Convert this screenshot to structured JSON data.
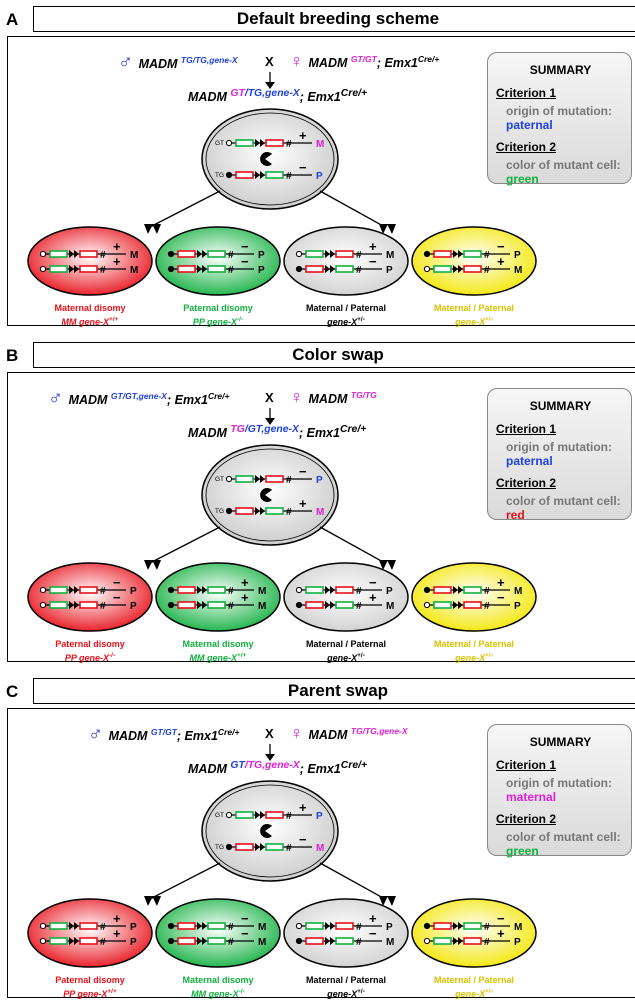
{
  "panels": [
    {
      "letter": "A",
      "title": "Default breeding scheme",
      "male": {
        "base": "MADM",
        "sup": "TG/TG,gene-X",
        "tail": "",
        "tail_sup": ""
      },
      "female": {
        "base": "MADM",
        "sup": "GT/GT",
        "tail": "; Emx1",
        "tail_sup": "Cre/+"
      },
      "cross_sign": "X",
      "offspring": {
        "base": "MADM",
        "sup_mag": "GT",
        "sup_blue": "/TG,gene-X",
        "tail": "; Emx1",
        "tail_sup": "Cre/+"
      },
      "parent_cell": {
        "top_label": "GT",
        "bottom_label": "TG",
        "top_sign": "+",
        "bottom_sign": "−",
        "top_letter": "M",
        "bottom_letter": "P"
      },
      "cells": [
        {
          "top_sign": "+",
          "top_letter": "M",
          "bottom_sign": "+",
          "bottom_letter": "M"
        },
        {
          "top_sign": "−",
          "top_letter": "P",
          "bottom_sign": "−",
          "bottom_letter": "P"
        },
        {
          "top_sign": "+",
          "top_letter": "M",
          "bottom_sign": "−",
          "bottom_letter": "P"
        },
        {
          "top_sign": "−",
          "top_letter": "P",
          "bottom_sign": "+",
          "bottom_letter": "M"
        }
      ],
      "labels": [
        {
          "l1": "Maternal disomy",
          "l2": "MM gene-X",
          "l2_sup": "+/+"
        },
        {
          "l1": "Paternal disomy",
          "l2": "PP gene-X",
          "l2_sup": "-/-"
        },
        {
          "l1": "Maternal / Paternal",
          "l2": "gene-X",
          "l2_sup": "+/-"
        },
        {
          "l1": "Maternal / Paternal",
          "l2": "gene-X",
          "l2_sup": "+/-"
        }
      ],
      "summary": {
        "head": "SUMMARY",
        "c1": "Criterion 1",
        "c1_desc": "origin of mutation:",
        "c1_val": "paternal",
        "c1_color": "#1f3fe0",
        "c2": "Criterion 2",
        "c2_desc": "color of mutant cell:",
        "c2_val": "green",
        "c2_color": "#12b040"
      }
    },
    {
      "letter": "B",
      "title": "Color swap",
      "male": {
        "base": "MADM",
        "sup": "GT/GT,gene-X",
        "tail": "; Emx1",
        "tail_sup": "Cre/+"
      },
      "female": {
        "base": "MADM",
        "sup": "TG/TG",
        "tail": "",
        "tail_sup": ""
      },
      "cross_sign": "X",
      "offspring": {
        "base": "MADM",
        "sup_mag": "TG",
        "sup_blue": "/GT,gene-X",
        "tail": "; Emx1",
        "tail_sup": "Cre/+"
      },
      "parent_cell": {
        "top_label": "GT",
        "bottom_label": "TG",
        "top_sign": "−",
        "bottom_sign": "+",
        "top_letter": "P",
        "bottom_letter": "M"
      },
      "cells": [
        {
          "top_sign": "−",
          "top_letter": "P",
          "bottom_sign": "−",
          "bottom_letter": "P"
        },
        {
          "top_sign": "+",
          "top_letter": "M",
          "bottom_sign": "+",
          "bottom_letter": "M"
        },
        {
          "top_sign": "−",
          "top_letter": "P",
          "bottom_sign": "+",
          "bottom_letter": "M"
        },
        {
          "top_sign": "+",
          "top_letter": "M",
          "bottom_sign": "−",
          "bottom_letter": "P"
        }
      ],
      "labels": [
        {
          "l1": "Paternal disomy",
          "l2": "PP gene-X",
          "l2_sup": "-/-"
        },
        {
          "l1": "Maternal disomy",
          "l2": "MM gene-X",
          "l2_sup": "+/+"
        },
        {
          "l1": "Maternal / Paternal",
          "l2": "gene-X",
          "l2_sup": "+/-"
        },
        {
          "l1": "Maternal / Paternal",
          "l2": "gene-X",
          "l2_sup": "+/-"
        }
      ],
      "summary": {
        "head": "SUMMARY",
        "c1": "Criterion 1",
        "c1_desc": "origin of mutation:",
        "c1_val": "paternal",
        "c1_color": "#1f3fe0",
        "c2": "Criterion 2",
        "c2_desc": "color of mutant cell:",
        "c2_val": "red",
        "c2_color": "#e8101a"
      }
    },
    {
      "letter": "C",
      "title": "Parent swap",
      "male": {
        "base": "MADM",
        "sup": "GT/GT",
        "tail": "; Emx1",
        "tail_sup": "Cre/+"
      },
      "female": {
        "base": "MADM",
        "sup": "TG/TG,gene-X",
        "tail": "",
        "tail_sup": ""
      },
      "cross_sign": "X",
      "offspring": {
        "base": "MADM",
        "sup_mag": "GT",
        "sup_blue": "/TG,gene-X",
        "tail": "; Emx1",
        "tail_sup": "Cre/+",
        "swap": true
      },
      "parent_cell": {
        "top_label": "GT",
        "bottom_label": "TG",
        "top_sign": "+",
        "bottom_sign": "−",
        "top_letter": "P",
        "bottom_letter": "M"
      },
      "cells": [
        {
          "top_sign": "+",
          "top_letter": "P",
          "bottom_sign": "+",
          "bottom_letter": "P"
        },
        {
          "top_sign": "−",
          "top_letter": "M",
          "bottom_sign": "−",
          "bottom_letter": "M"
        },
        {
          "top_sign": "+",
          "top_letter": "P",
          "bottom_sign": "−",
          "bottom_letter": "M"
        },
        {
          "top_sign": "−",
          "top_letter": "M",
          "bottom_sign": "+",
          "bottom_letter": "P"
        }
      ],
      "labels": [
        {
          "l1": "Paternal disomy",
          "l2": "PP gene-X",
          "l2_sup": "+/+"
        },
        {
          "l1": "Maternal disomy",
          "l2": "MM gene-X",
          "l2_sup": "-/-"
        },
        {
          "l1": "Maternal / Paternal",
          "l2": "gene-X",
          "l2_sup": "+/-"
        },
        {
          "l1": "Maternal / Paternal",
          "l2": "gene-X",
          "l2_sup": "+/-"
        }
      ],
      "summary": {
        "head": "SUMMARY",
        "c1": "Criterion 1",
        "c1_desc": "origin of mutation:",
        "c1_val": "maternal",
        "c1_color": "#e020d8",
        "c2": "Criterion 2",
        "c2_desc": "color of mutant cell:",
        "c2_val": "green",
        "c2_color": "#12b040"
      }
    }
  ],
  "colors": {
    "blue": "#1f3fe0",
    "magenta": "#e020d8",
    "red": "#e8101a",
    "green": "#12b040",
    "yellow": "#d6c300",
    "black": "#000000"
  }
}
